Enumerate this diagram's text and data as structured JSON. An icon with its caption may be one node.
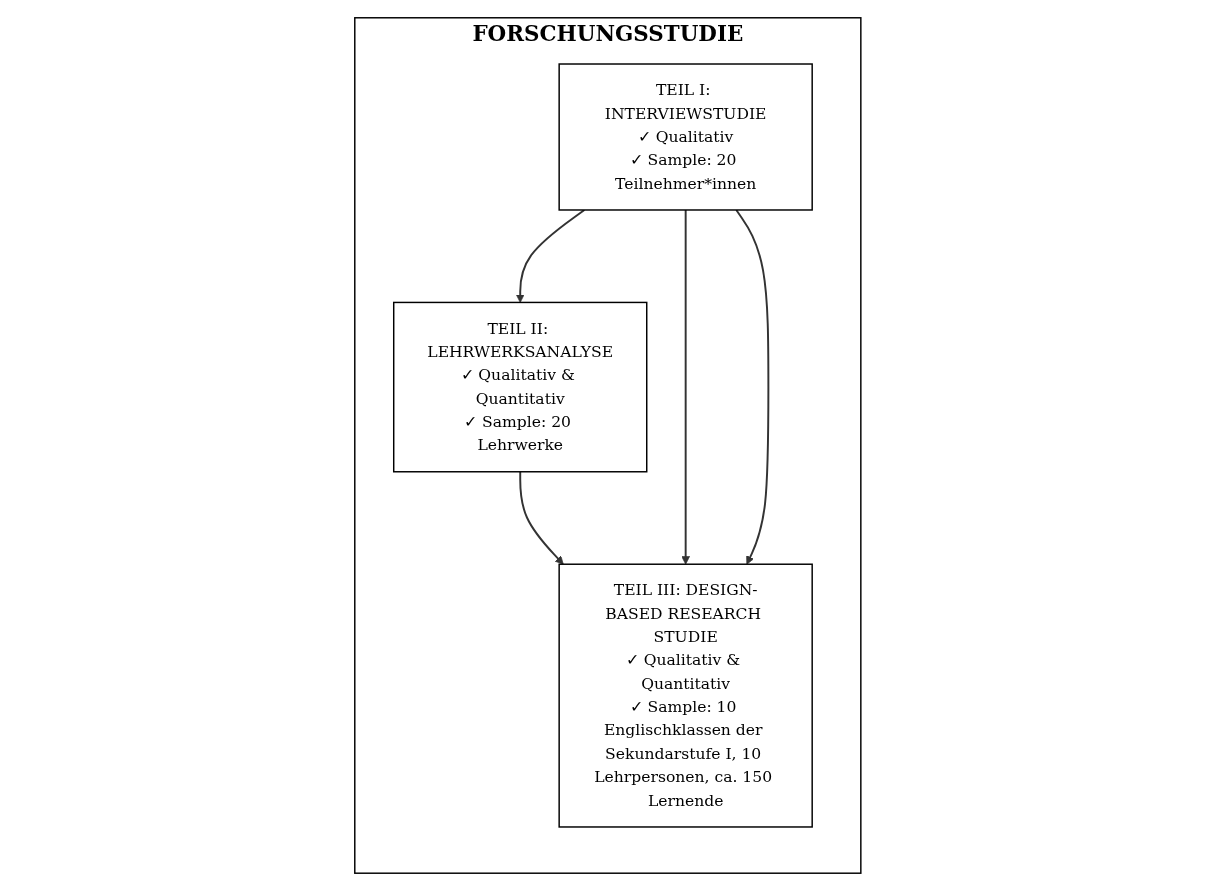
{
  "diagram": {
    "nodes": [
      {
        "text": [
          "FORSCHUNGSSTUDIE"
        ]
      },
      {
        "text": [
          "TEIL I: INTERVIEWSTUDIE",
          "✓ Qualitativ",
          "✓ Sample: 20 Teilnehmer*innen"
        ],
        "in": 0
      },
      {
        "text": [
          "TEIL II: LEHRWERKSANALYSE",
          "✓ Qualitativ & Quantitativ",
          "✓ Sample: 20 Lehrwerke"
        ],
        "in": 0
      },
      {
        "text": [
          "TEIL III: DESIGN-BASED RESEARCH STUDIE",
          "✓ Qualitativ & Quantitativ",
          "✓ Sample: 10 Englischklassen der Sekundarstufe I, 10 Lehrpersonen, ca. 150 Lernende"
        ],
        "in": 0
      }
    ],
    "edges": [
      {
        "from": 1,
        "to": 2,
        "arrow": "to"
      },
      {
        "from": 2,
        "to": 3,
        "arrow": "to"
      },
      {
        "from": 1,
        "to": 3,
        "arrow": "to"
      },
      {
        "from": 1,
        "to": 3,
        "arrow": "to"
      }
    ]
  }
}
